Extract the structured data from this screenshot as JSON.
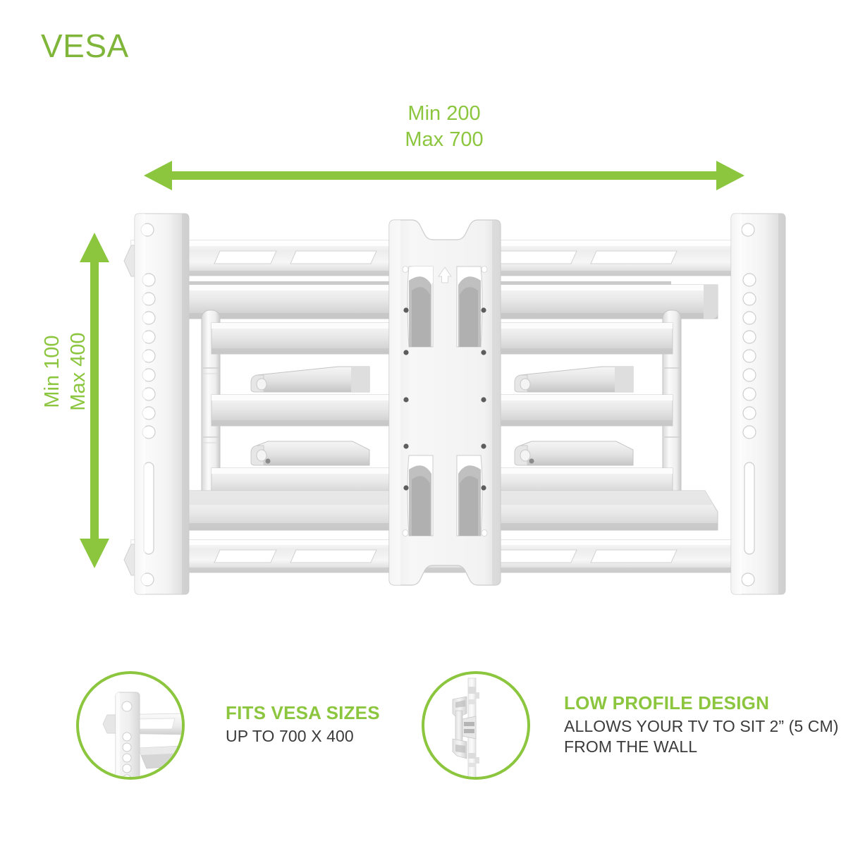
{
  "title": "VESA",
  "colors": {
    "accent_green": "#8CC63F",
    "title_green": "#7FB63A",
    "body_text": "#3B3B3B",
    "product_light": "#F2F2F2",
    "product_mid": "#D9D9D9",
    "product_shadow": "#BFBFBF",
    "background": "#FFFFFF"
  },
  "dimensions": {
    "width": {
      "min_label": "Min 200",
      "max_label": "Max 700",
      "arrow": "double-headed-horizontal-arrow"
    },
    "height": {
      "min_label": "Min 100",
      "max_label": "Max 400",
      "arrow": "double-headed-vertical-arrow"
    }
  },
  "product": {
    "name": "full-motion-tv-wall-mount",
    "view": "front",
    "center_plate_marker": "up-arrow-orientation-marker"
  },
  "features": [
    {
      "id": "fits-vesa-sizes",
      "icon": "vesa-rail-closeup-icon",
      "heading": "FITS VESA SIZES",
      "lines": [
        "UP TO 700 X 400"
      ]
    },
    {
      "id": "low-profile-design",
      "icon": "mount-side-profile-icon",
      "heading": "LOW PROFILE DESIGN",
      "lines": [
        "ALLOWS YOUR TV TO SIT 2” (5 CM)",
        "FROM THE WALL"
      ]
    }
  ]
}
